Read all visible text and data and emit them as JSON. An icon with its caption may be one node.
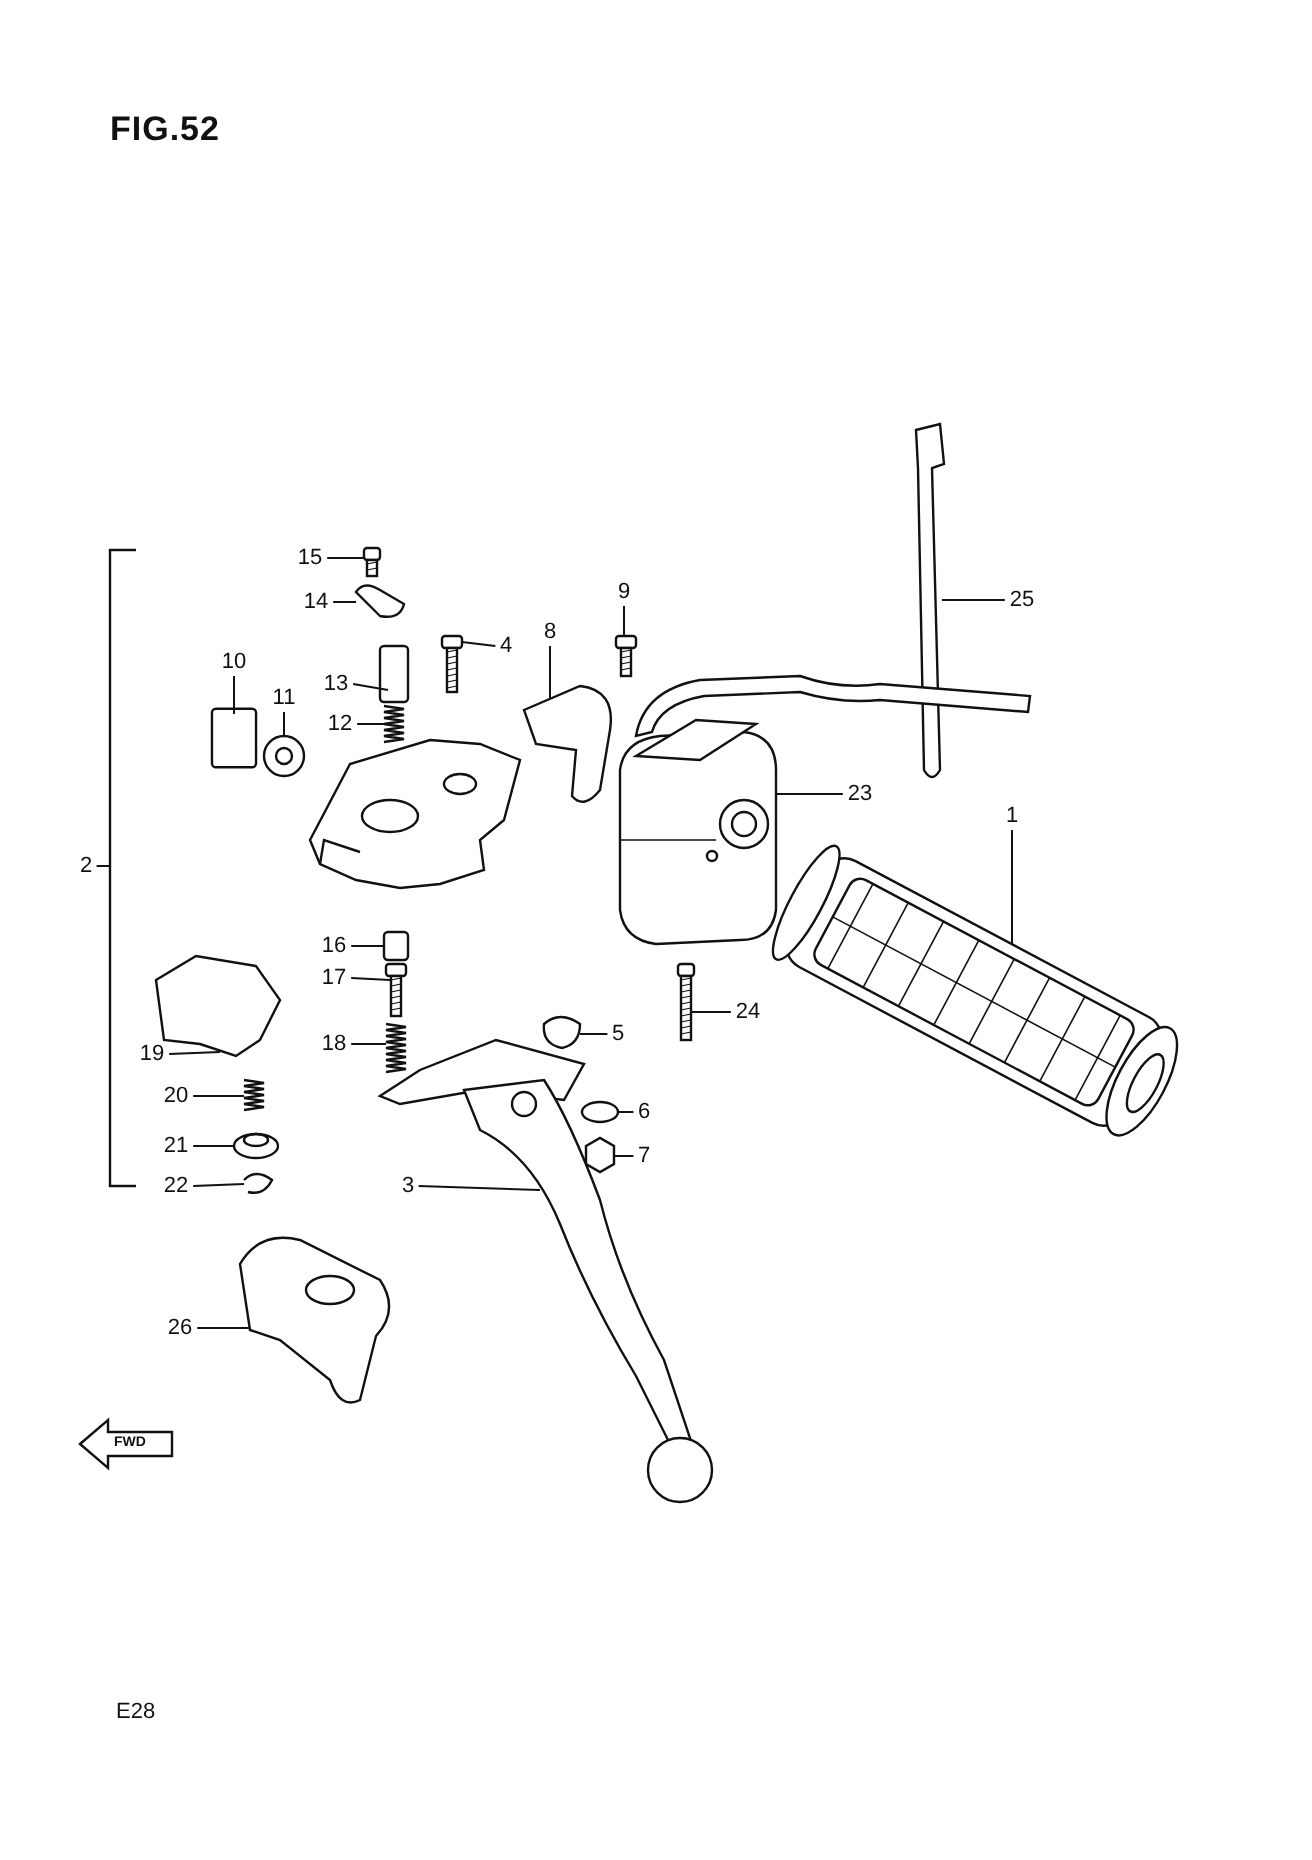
{
  "diagram": {
    "title": "FIG.52",
    "nodes": [
      {
        "text": [
          "15"
        ]
      },
      {
        "text": [
          "9"
        ]
      },
      {
        "text": [
          "25"
        ]
      },
      {
        "text": [
          "14"
        ]
      },
      {
        "text": [
          "8"
        ]
      },
      {
        "text": [
          "4"
        ]
      },
      {
        "text": [
          "10"
        ]
      },
      {
        "text": [
          "13"
        ]
      },
      {
        "text": [
          "11"
        ]
      },
      {
        "text": [
          "12"
        ]
      },
      {
        "text": [
          "23"
        ]
      },
      {
        "text": [
          "2"
        ]
      },
      {
        "text": [
          "1"
        ]
      },
      {
        "text": [
          "16"
        ]
      },
      {
        "text": [
          "17"
        ]
      },
      {
        "text": [
          "24"
        ]
      },
      {
        "text": [
          "5"
        ]
      },
      {
        "text": [
          "18"
        ]
      },
      {
        "text": [
          "19"
        ]
      },
      {
        "text": [
          "20"
        ]
      },
      {
        "text": [
          "6"
        ]
      },
      {
        "text": [
          "21"
        ]
      },
      {
        "text": [
          "7"
        ]
      },
      {
        "text": [
          "22"
        ]
      },
      {
        "text": [
          "3"
        ]
      },
      {
        "text": [
          "26"
        ]
      },
      {
        "text": [],
        "shape": "picture"
      },
      {
        "text": [],
        "shape": "picture"
      },
      {
        "text": [],
        "shape": "picture"
      },
      {
        "text": [],
        "shape": "picture"
      },
      {
        "text": [],
        "shape": "picture"
      },
      {
        "text": [],
        "shape": "picture"
      },
      {
        "text": [],
        "shape": "box"
      },
      {
        "text": [],
        "shape": "box"
      },
      {
        "text": [],
        "shape": "picture"
      },
      {
        "text": [],
        "shape": "picture"
      },
      {
        "text": [],
        "shape": "picture"
      },
      {
        "text": [],
        "shape": "bar"
      },
      {
        "text": [],
        "shape": "picture"
      },
      {
        "text": [],
        "shape": "box"
      },
      {
        "text": [],
        "shape": "picture"
      },
      {
        "text": [],
        "shape": "picture"
      },
      {
        "text": [],
        "shape": "picture"
      },
      {
        "text": [],
        "shape": "picture"
      },
      {
        "text": [],
        "shape": "picture"
      },
      {
        "text": [],
        "shape": "picture"
      },
      {
        "text": [],
        "shape": "picture"
      },
      {
        "text": [],
        "shape": "picture"
      },
      {
        "text": [],
        "shape": "picture"
      },
      {
        "text": [],
        "shape": "picture"
      },
      {
        "text": [],
        "shape": "picture"
      },
      {
        "text": [],
        "shape": "picture"
      },
      {
        "text": [],
        "shape": "picture"
      },
      {
        "text": [],
        "shape": "picture"
      }
    ],
    "edges": [
      {
        "from": 0,
        "to": 26,
        "arrow": "none"
      },
      {
        "from": 1,
        "to": 27,
        "arrow": "none"
      },
      {
        "from": 2,
        "to": 28,
        "arrow": "none"
      },
      {
        "from": 3,
        "to": 29,
        "arrow": "none"
      },
      {
        "from": 4,
        "to": 30,
        "arrow": "none"
      },
      {
        "from": 5,
        "to": 31,
        "arrow": "none"
      },
      {
        "from": 6,
        "to": 32,
        "arrow": "none"
      },
      {
        "from": 7,
        "to": 33,
        "arrow": "none"
      },
      {
        "from": 8,
        "to": 34,
        "arrow": "none"
      },
      {
        "from": 9,
        "to": 35,
        "arrow": "none"
      },
      {
        "from": 10,
        "to": 36,
        "arrow": "none"
      },
      {
        "from": 11,
        "to": 37,
        "arrow": "none"
      },
      {
        "from": 12,
        "to": 38,
        "arrow": "none"
      },
      {
        "from": 13,
        "to": 39,
        "arrow": "none"
      },
      {
        "from": 14,
        "to": 40,
        "arrow": "none"
      },
      {
        "from": 15,
        "to": 41,
        "arrow": "none"
      },
      {
        "from": 16,
        "to": 42,
        "arrow": "none"
      },
      {
        "from": 17,
        "to": 43,
        "arrow": "none"
      },
      {
        "from": 18,
        "to": 44,
        "arrow": "none"
      },
      {
        "from": 19,
        "to": 45,
        "arrow": "none"
      },
      {
        "from": 20,
        "to": 46,
        "arrow": "none"
      },
      {
        "from": 21,
        "to": 47,
        "arrow": "none"
      },
      {
        "from": 22,
        "to": 48,
        "arrow": "none"
      },
      {
        "from": 23,
        "to": 49,
        "arrow": "none"
      },
      {
        "from": 24,
        "to": 50,
        "arrow": "none"
      },
      {
        "from": 25,
        "to": 51,
        "arrow": "none"
      }
    ],
    "labels": [
      "FWD",
      "E28"
    ]
  }
}
